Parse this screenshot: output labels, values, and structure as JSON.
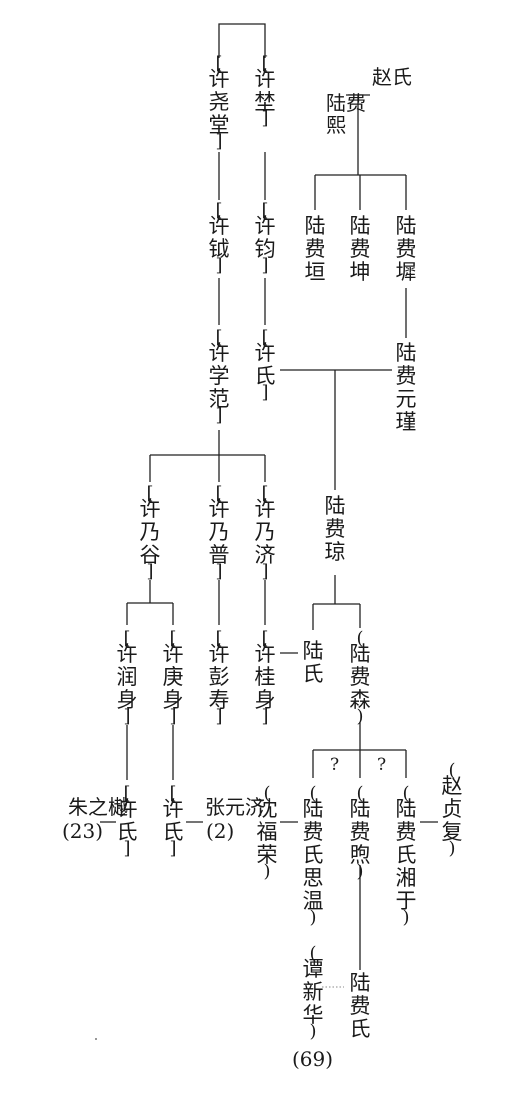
{
  "people": {
    "xu_yaotang": "许尧堂",
    "xu_kui": "许埜",
    "xu_yue": "许钺",
    "xu_jun": "许钧",
    "xu_xuefan": "许学范",
    "xu_shi_1": "许氏",
    "xu_naigu": "许乃谷",
    "xu_naipu": "许乃普",
    "xu_naiji": "许乃济",
    "xu_runshen": "许润身",
    "xu_gengshen": "许庚身",
    "xu_pengshou": "许彭寿",
    "xu_guishen": "许桂身",
    "xu_shi_2": "许氏",
    "xu_shi_3": "许氏",
    "zhu_zhiqiao": "朱之樾",
    "zhu_ref": "(23)",
    "zhang_yuanji": "张元济",
    "zhang_ref": "(2)",
    "zhao_shi": "赵氏",
    "lu_feixi": "陆费熙",
    "lu_feiyuan": "陆费垣",
    "lu_feikun": "陆费坤",
    "lu_feiwu": "陆费墀",
    "lu_feiyuanjin": "陆费元瑾",
    "lu_feiqiong": "陆费琼",
    "lu_shi": "陆氏",
    "lu_feisen": "陆费森",
    "shen_furong": "沈福荣",
    "lu_fei_siwen": "陆费氏思温",
    "lu_feixu": "陆费煦",
    "lu_fei_xiangyu": "陆费氏湘于",
    "zhao_zhenfu": "赵贞复",
    "tan_xinhua": "谭新华",
    "lu_feishi": "陆费氏",
    "tan_ref": "(69)"
  },
  "uncertain_mark": "?"
}
